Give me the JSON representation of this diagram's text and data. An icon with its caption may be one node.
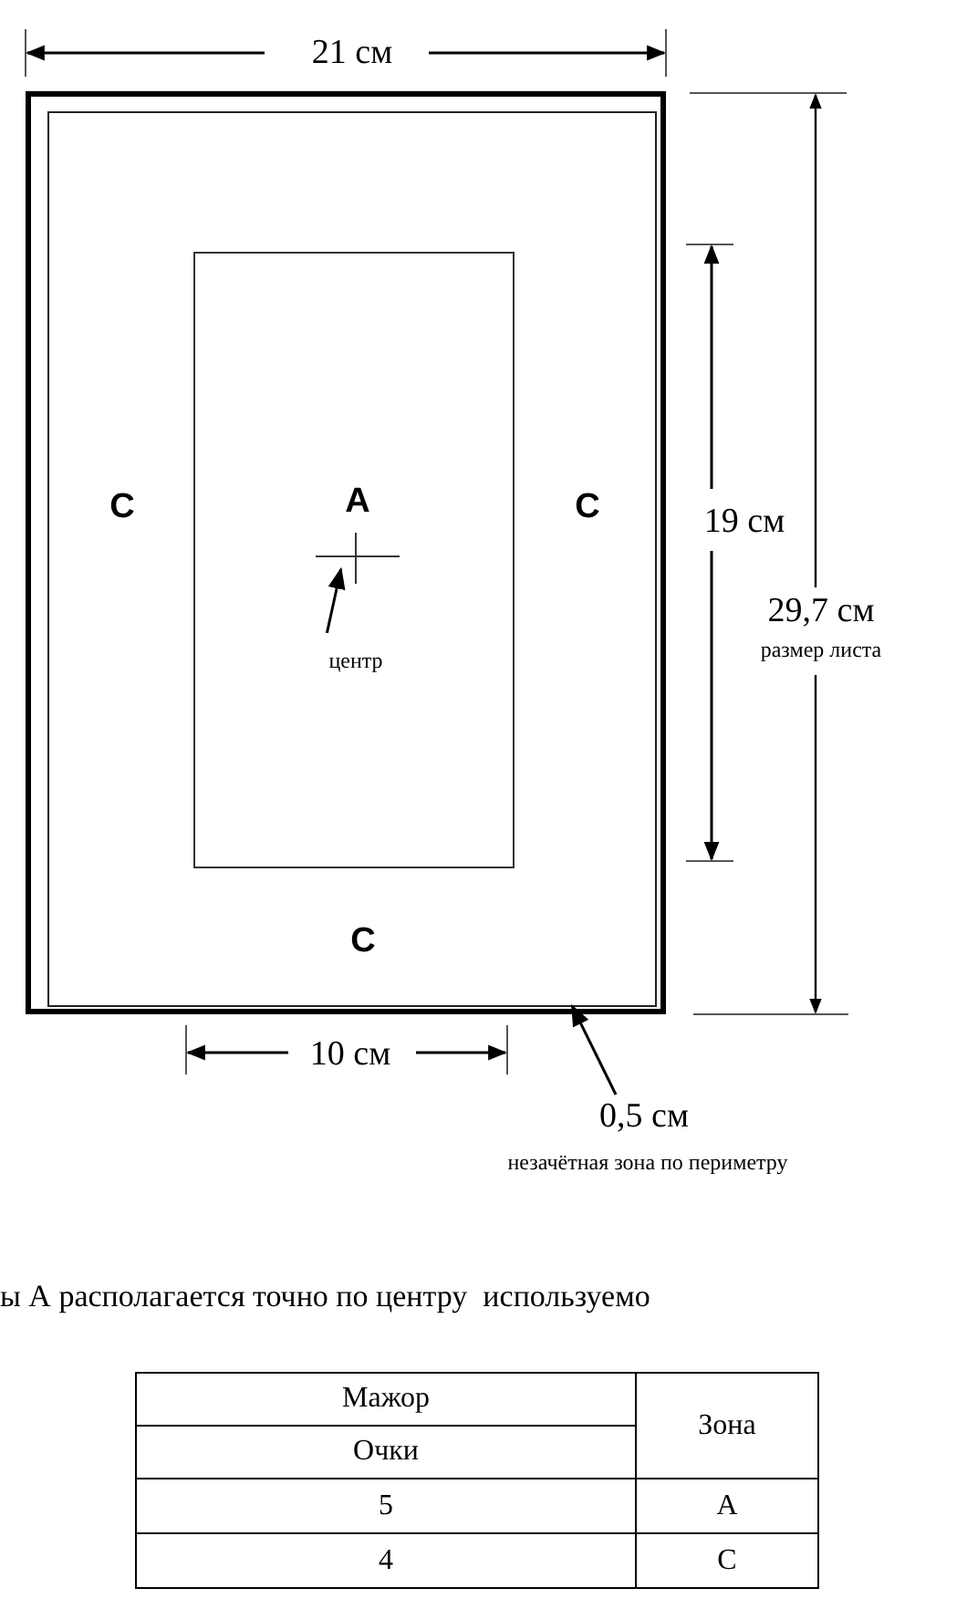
{
  "diagram": {
    "nodes": [
      {
        "text": [],
        "shape": "box"
      },
      {
        "text": [
          "C",
          "C",
          "C"
        ],
        "in": 0
      },
      {
        "text": [
          "A"
        ],
        "in": 1
      },
      {
        "text": [
          "центр"
        ],
        "in": 2
      },
      {
        "text": [],
        "shape": "cross",
        "in": 2
      },
      {
        "text": [
          "0,5 см",
          "незачётная зона по периметру"
        ]
      }
    ],
    "edges": [
      {
        "from": 3,
        "to": 4,
        "arrow": "to"
      },
      {
        "from": 5,
        "to": 1,
        "arrow": "to"
      }
    ],
    "labels": [
      "21 см",
      "19 см",
      "29,7 см",
      "размер листа",
      "10 см",
      "ы А располагается точно по центру  используемо",
      "Мажор",
      "Зона",
      "Очки",
      "5",
      "А",
      "4",
      "С"
    ]
  }
}
